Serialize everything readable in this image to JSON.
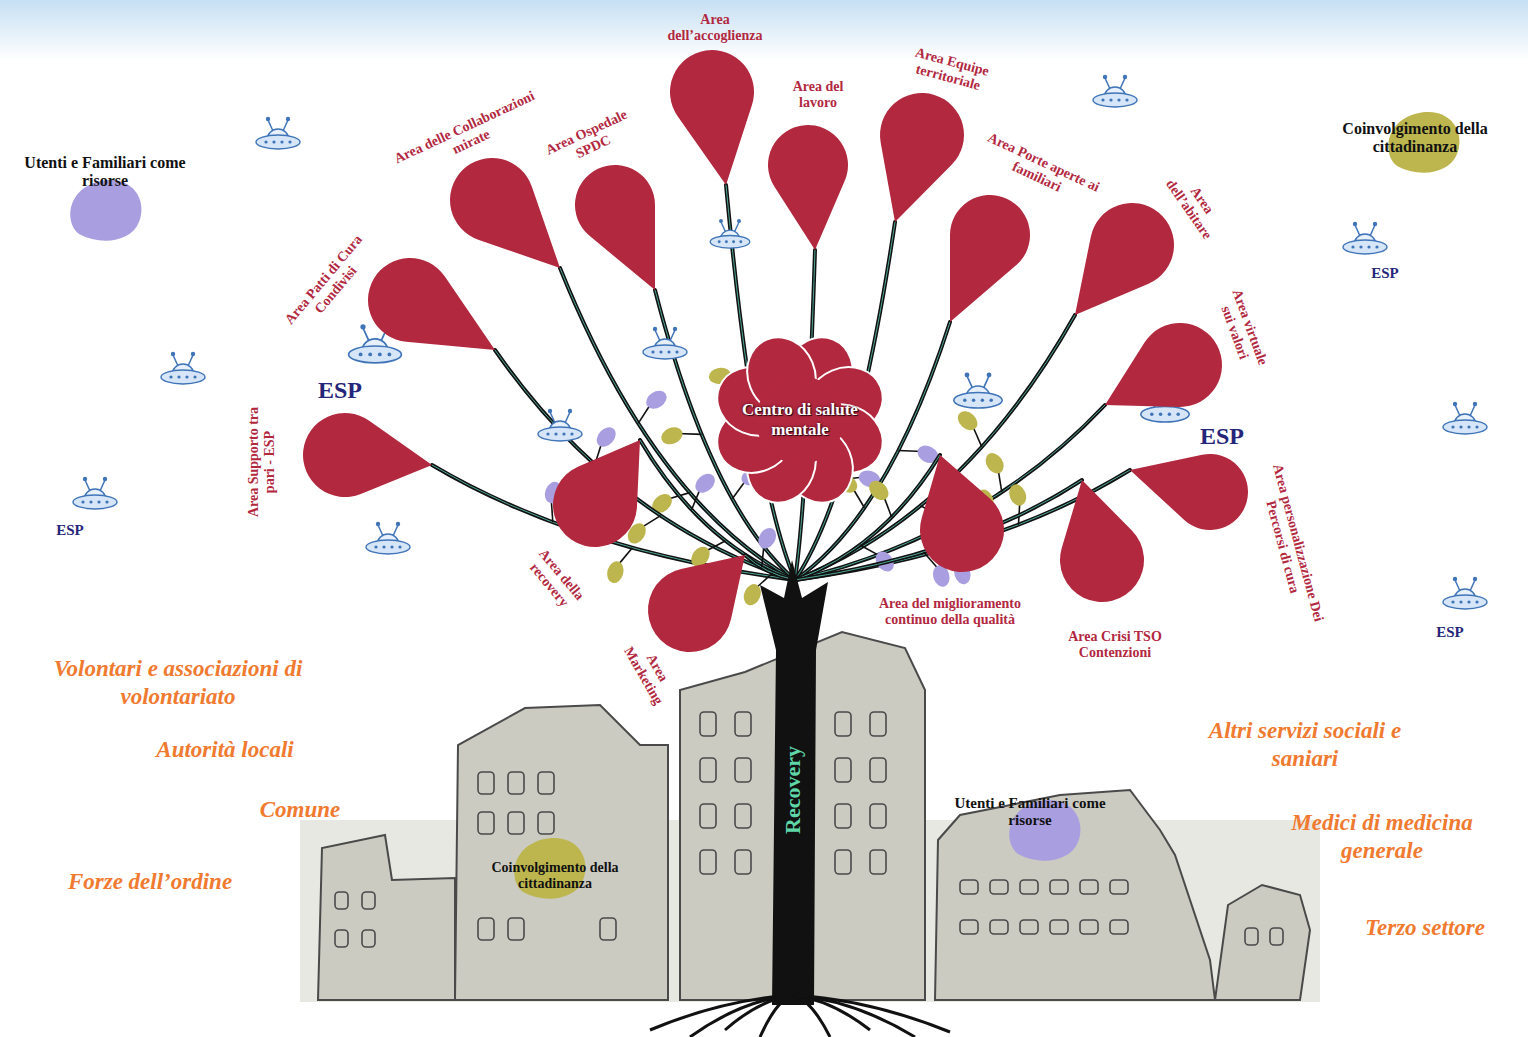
{
  "diagram": {
    "nodes": [
      {
        "text": [
          "Area dell’accoglienza"
        ]
      },
      {
        "text": [
          "Area del lavoro"
        ]
      },
      {
        "text": [
          "Area Equipe territoriale"
        ]
      },
      {
        "text": [
          "Area delle Collaborazioni mirate"
        ]
      },
      {
        "text": [
          "Area Ospedale SPDC"
        ]
      },
      {
        "text": [
          "Utenti e Familiari come risorse"
        ]
      },
      {
        "text": [
          "Coinvolgimento della cittadinanza"
        ]
      },
      {
        "text": [
          "Area Porte aperte ai familiari"
        ]
      },
      {
        "text": [
          "Area dell’abitare"
        ]
      },
      {
        "text": [
          "Area Patti di Cura Condivisi"
        ]
      },
      {
        "text": [
          "Area virtuale sui valori"
        ]
      },
      {
        "text": [
          "Centro di salute mentale"
        ]
      },
      {
        "text": [
          "Area Supporto tra pari - ESP"
        ]
      },
      {
        "text": [
          "Area personalizzazione Dei Percorsi di cura"
        ]
      },
      {
        "text": [
          "Area della recovery"
        ]
      },
      {
        "text": [
          "Area del miglioramento continuo della qualità"
        ]
      },
      {
        "text": [
          "Area Marketing"
        ]
      },
      {
        "text": [
          "Area Crisi TSO Contenzioni"
        ]
      },
      {
        "text": [
          "Utenti e Familiari come risorse"
        ]
      },
      {
        "text": [
          "Coinvolgimento della cittadinanza"
        ]
      }
    ],
    "labels": [
      "ESP",
      "ESP",
      "ESP",
      "ESP",
      "ESP",
      "Volontari e associazioni di volontariato",
      "Autorità locali",
      "Comune",
      "Forze dell’ordine",
      "Altri servizi sociali e saniari",
      "Medici di medicina generale",
      "Terzo settore",
      "Recovery"
    ]
  }
}
